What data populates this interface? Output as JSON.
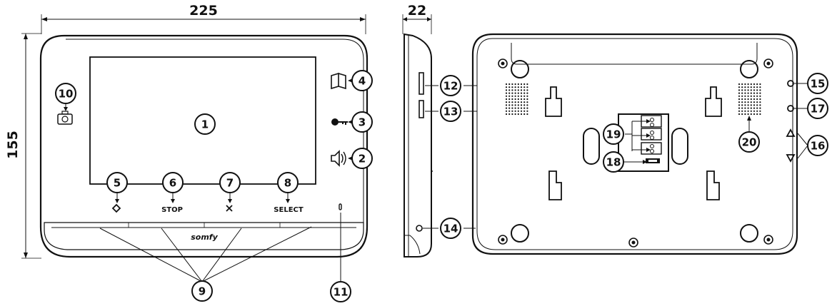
{
  "dimensions": {
    "width": "225",
    "height": "155",
    "depth": "22"
  },
  "brand": "somfy",
  "button_labels": {
    "b5": "",
    "b6": "STOP",
    "b7": "",
    "b8": "SELECT"
  },
  "callouts": [
    "1",
    "2",
    "3",
    "4",
    "5",
    "6",
    "7",
    "8",
    "9",
    "10",
    "11",
    "12",
    "13",
    "14",
    "15",
    "16",
    "17",
    "18",
    "19",
    "20"
  ],
  "icons": {
    "c10": "camera-icon",
    "c4": "book-icon",
    "c3": "key-icon",
    "c2": "speaker-icon",
    "c5": "diamond-icon",
    "c7": "cross-icon",
    "c15": "button-circle-icon",
    "c17": "button-circle-icon",
    "c16_up": "triangle-up-icon",
    "c16_down": "triangle-down-icon"
  }
}
